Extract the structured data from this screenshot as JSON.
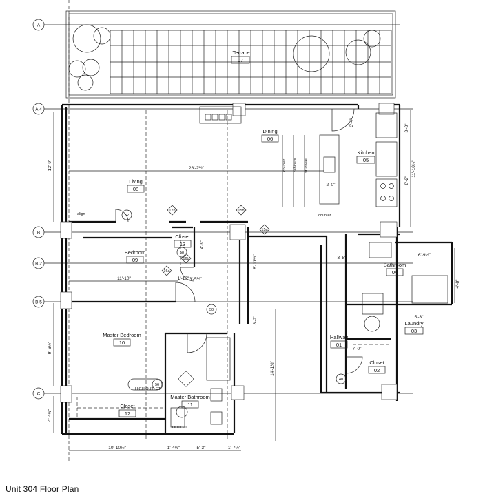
{
  "caption": "Unit 304 Floor Plan",
  "grid_labels": [
    "A",
    "A.4",
    "B",
    "B.2",
    "B.5",
    "C"
  ],
  "rooms": [
    {
      "name": "Terrace",
      "number": "07"
    },
    {
      "name": "Dining",
      "number": "06"
    },
    {
      "name": "Kitchen",
      "number": "05"
    },
    {
      "name": "Living",
      "number": "08"
    },
    {
      "name": "Closet",
      "number": "13"
    },
    {
      "name": "Bedroom",
      "number": "09"
    },
    {
      "name": "Bathroom",
      "number": "04"
    },
    {
      "name": "Laundry",
      "number": "03"
    },
    {
      "name": "Hallway",
      "number": "01"
    },
    {
      "name": "Master Bedroom",
      "number": "10"
    },
    {
      "name": "Closet",
      "number": "02"
    },
    {
      "name": "Master Bathroom",
      "number": "11"
    },
    {
      "name": "Closet",
      "number": "12"
    }
  ],
  "dimensions": [
    "28'-2½\"",
    "12'-9\"",
    "11'-10\"",
    "3'-5½\"",
    "1'-10\"",
    "9'-6½\"",
    "4'-4½\"",
    "10'-10½\"",
    "5'-3\"",
    "1'-7½\"",
    "1'-4½\"",
    "14'-1½\"",
    "8'-11½\"",
    "3'-2\"",
    "2'-0\"",
    "6'-9½\"",
    "3'-8\"",
    "7'-0\"",
    "3'-3\"",
    "11'-10½\"",
    "8'-2\"",
    "4'-8\"",
    "4'-9\"",
    "3'-4\"",
    "5'-3\""
  ],
  "tags": [
    "62",
    "58",
    "50",
    "40",
    "56",
    "17b",
    "15b",
    "16a",
    "16b",
    "15a"
  ],
  "notes": [
    "align",
    "HIGH OUTLET",
    "OUTLET",
    "counter",
    "stud wall",
    "cabinets",
    "counter"
  ]
}
